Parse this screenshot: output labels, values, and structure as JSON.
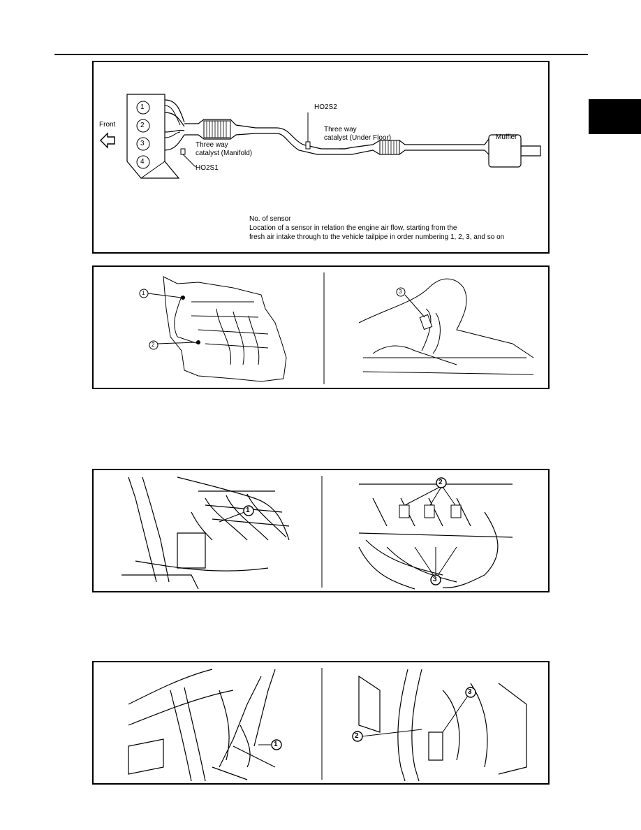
{
  "figure1": {
    "cylinders": [
      "1",
      "2",
      "3",
      "4"
    ],
    "front_label": "Front",
    "cat_manifold_label": "Three way\ncatalyst (Manifold)",
    "sensor1_label": "HO2S1",
    "sensor2_label": "HO2S2",
    "cat_underfloor_label": "Three way\ncatalyst (Under Floor)",
    "muffler_label": "Muffler",
    "note": {
      "title": "No. of sensor",
      "line1": "Location of a sensor in relation the engine air flow, starting from the",
      "line2": "fresh air intake through to the vehicle tailpipe in order numbering 1, 2, 3, and so on"
    }
  },
  "figure2": {
    "callouts": [
      "1",
      "2",
      "3"
    ]
  },
  "figure3": {
    "callouts": [
      "1",
      "2",
      "3"
    ]
  },
  "figure4": {
    "callouts": [
      "1",
      "2",
      "3"
    ]
  }
}
